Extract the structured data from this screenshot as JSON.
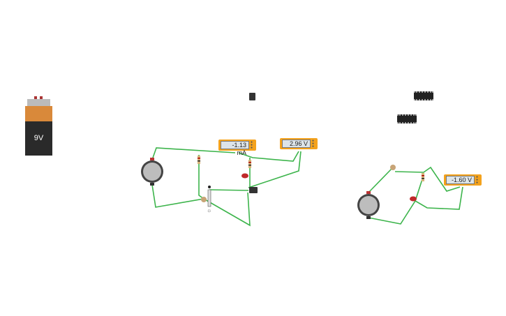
{
  "battery": {
    "label": "9V"
  },
  "meters": [
    {
      "reading": "-1.13 mA"
    },
    {
      "reading": "2.96 V"
    },
    {
      "reading": "-1.60 V"
    }
  ],
  "colors": {
    "wire": "#3cb44b",
    "meter": "#f4a21c",
    "battery_top": "#d9893a"
  }
}
